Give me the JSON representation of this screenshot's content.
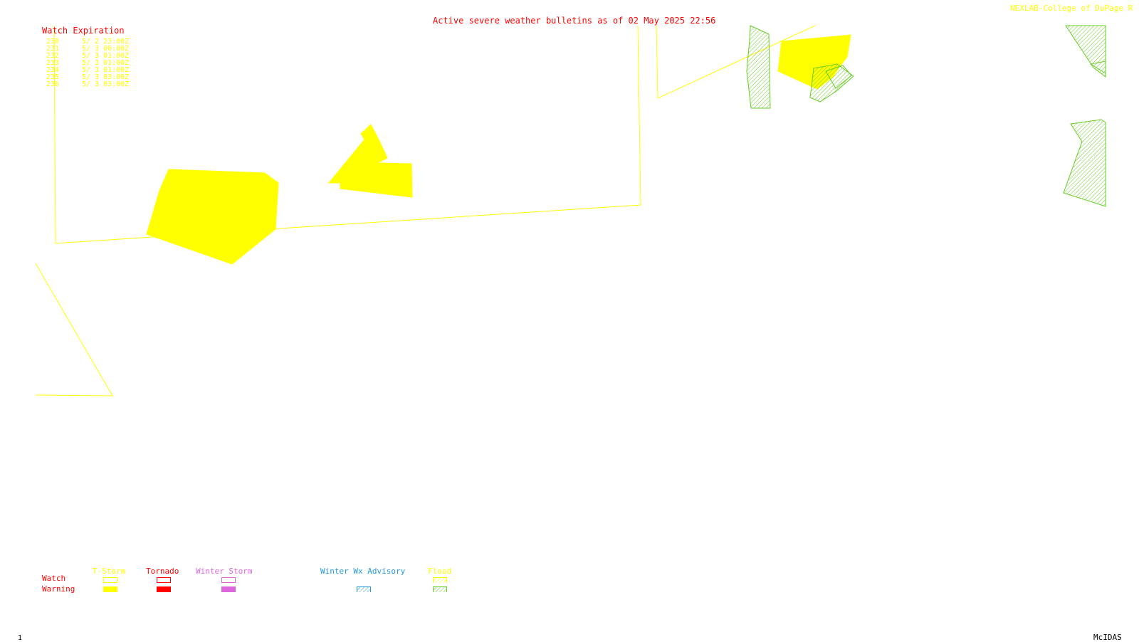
{
  "header": {
    "title": "Active severe weather bulletins as of 02 May 2025 22:56",
    "credit": "NEXLAB-College of DuPage R"
  },
  "watch_table": {
    "heading": "Watch Expiration",
    "rows": [
      {
        "id": "230",
        "expires": "5/ 2 23:00Z"
      },
      {
        "id": "231",
        "expires": "5/ 3 00:00Z"
      },
      {
        "id": "232",
        "expires": "5/ 3 01:00Z"
      },
      {
        "id": "233",
        "expires": "5/ 3 01:00Z"
      },
      {
        "id": "234",
        "expires": "5/ 3 01:00Z"
      },
      {
        "id": "235",
        "expires": "5/ 3 03:00Z"
      },
      {
        "id": "236",
        "expires": "5/ 3 03:00Z"
      }
    ]
  },
  "legend": {
    "row_watch": "Watch",
    "row_warning": "Warning",
    "categories": [
      {
        "key": "tstorm",
        "label": "T-Storm",
        "color": "#ffff00"
      },
      {
        "key": "tornado",
        "label": "Tornado",
        "color": "#ff0000"
      },
      {
        "key": "winter_storm",
        "label": "Winter Storm",
        "color": "#dd66dd"
      },
      {
        "key": "winter_wx",
        "label": "Winter Wx Advisory",
        "color": "#2299dd"
      },
      {
        "key": "flood",
        "label": "Flood",
        "color": "#ffff00",
        "hatch_color": "#66cc22"
      }
    ]
  },
  "footer": {
    "frame": "1",
    "software": "McIDAS"
  },
  "colors": {
    "tstorm": "#ffff00",
    "flood": "#66cc22",
    "title": "#ff0000"
  }
}
